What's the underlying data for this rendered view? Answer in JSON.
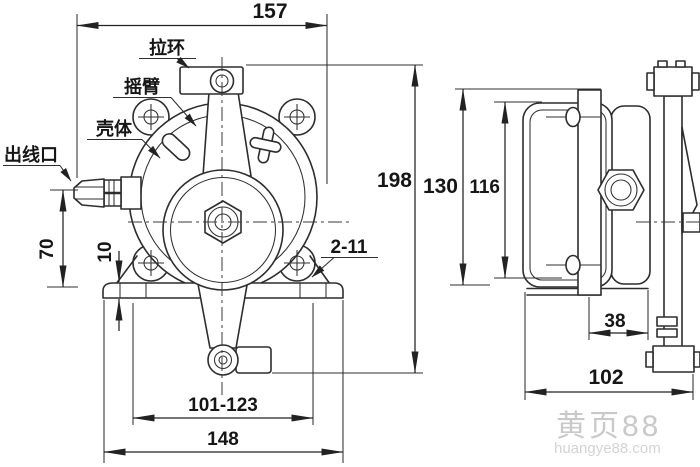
{
  "labels": {
    "pull_ring": "拉环",
    "rocker_arm": "摇臂",
    "housing": "壳体",
    "wire_outlet": "出线口"
  },
  "dims": {
    "overall_width": "157",
    "overall_height": "198",
    "bracket_height": "130",
    "case_height": "116",
    "outlet_height": "70",
    "base_thickness": "10",
    "mount_holes": "2-11",
    "hole_spacing": "101-123",
    "base_width": "148",
    "lever_offset": "38",
    "overall_depth": "102"
  },
  "watermark": {
    "brand": "黄页88",
    "site": "huangye88.com"
  },
  "colors": {
    "line": "#2d2d2d",
    "text": "#161616",
    "watermark": "#c9c9c9",
    "background": "#ffffff"
  }
}
